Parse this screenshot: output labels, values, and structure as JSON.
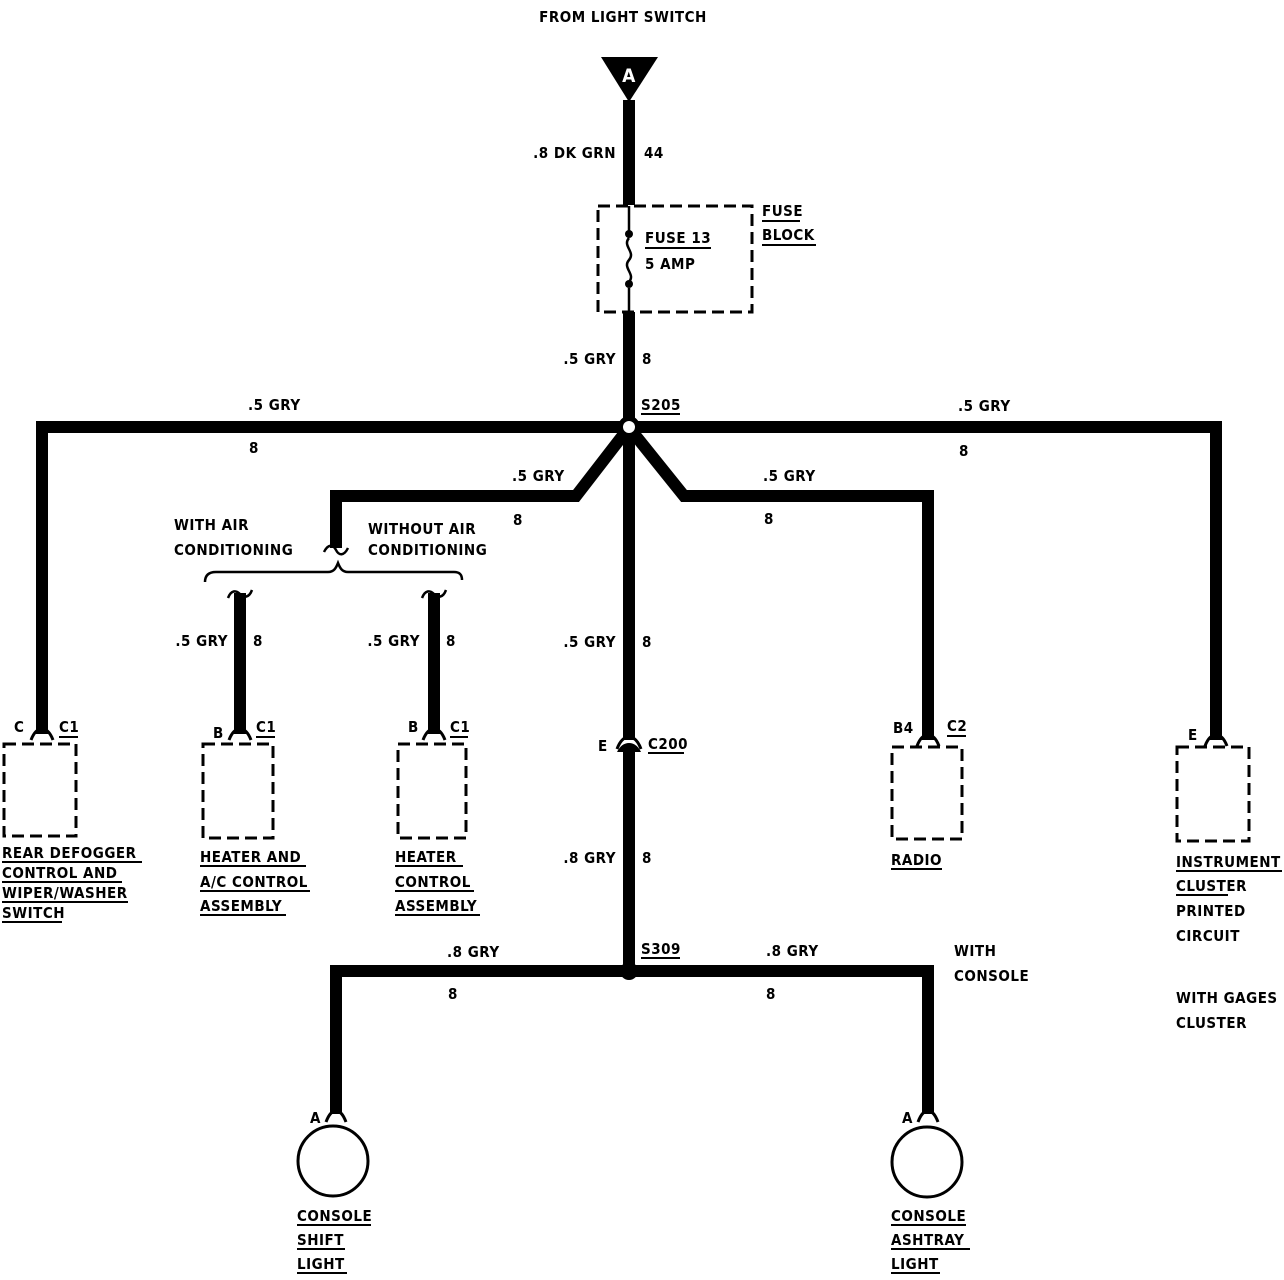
{
  "source": {
    "label": "FROM LIGHT SWITCH",
    "connector": "A"
  },
  "feed_wire": {
    "gauge_color": ".8 DK GRN",
    "circuit": "44"
  },
  "fuse": {
    "name": "FUSE 13",
    "rating": "5 AMP",
    "block_line1": "FUSE",
    "block_line2": "BLOCK"
  },
  "fuse_out_wire": {
    "gauge_color": ".5 GRY",
    "circuit": "8"
  },
  "splice_top": "S205",
  "splice_bottom": "S309",
  "branches": {
    "left": {
      "gauge_color": ".5 GRY",
      "circuit": "8"
    },
    "right": {
      "gauge_color": ".5 GRY",
      "circuit": "8"
    },
    "inner_left": {
      "gauge_color": ".5 GRY",
      "circuit": "8"
    },
    "inner_right": {
      "gauge_color": ".5 GRY",
      "circuit": "8"
    },
    "center_upper": {
      "gauge_color": ".5 GRY",
      "circuit": "8"
    },
    "center_lower": {
      "gauge_color": ".8 GRY",
      "circuit": "8"
    },
    "heater_ac": {
      "gauge_color": ".5 GRY",
      "circuit": "8"
    },
    "heater": {
      "gauge_color": ".5 GRY",
      "circuit": "8"
    },
    "console_left": {
      "gauge_color": ".8 GRY",
      "circuit": "8"
    },
    "console_right": {
      "gauge_color": ".8 GRY",
      "circuit": "8"
    }
  },
  "options": {
    "with_ac_1": "WITH AIR",
    "with_ac_2": "CONDITIONING",
    "without_ac_1": "WITHOUT AIR",
    "without_ac_2": "CONDITIONING",
    "with_console_1": "WITH",
    "with_console_2": "CONSOLE"
  },
  "inline_connector": {
    "pin": "E",
    "name": "C200"
  },
  "components": {
    "rear_defogger": {
      "pin": "C",
      "connector": "C1",
      "lines": [
        "REAR DEFOGGER",
        "CONTROL AND",
        "WIPER/WASHER",
        "SWITCH"
      ]
    },
    "heater_ac": {
      "pin": "B",
      "connector": "C1",
      "lines": [
        "HEATER AND",
        "A/C CONTROL",
        "ASSEMBLY"
      ]
    },
    "heater": {
      "pin": "B",
      "connector": "C1",
      "lines": [
        "HEATER",
        "CONTROL",
        "ASSEMBLY"
      ]
    },
    "radio": {
      "pin": "B4",
      "connector": "C2",
      "lines": [
        "RADIO"
      ]
    },
    "instrument_cluster": {
      "pin": "E",
      "lines": [
        "INSTRUMENT",
        "CLUSTER",
        "PRINTED",
        "CIRCUIT"
      ],
      "note_1": "WITH GAGES",
      "note_2": "CLUSTER"
    },
    "console_shift": {
      "pin": "A",
      "lines": [
        "CONSOLE",
        "SHIFT",
        "LIGHT"
      ]
    },
    "console_ashtray": {
      "pin": "A",
      "lines": [
        "CONSOLE",
        "ASHTRAY",
        "LIGHT"
      ]
    }
  }
}
